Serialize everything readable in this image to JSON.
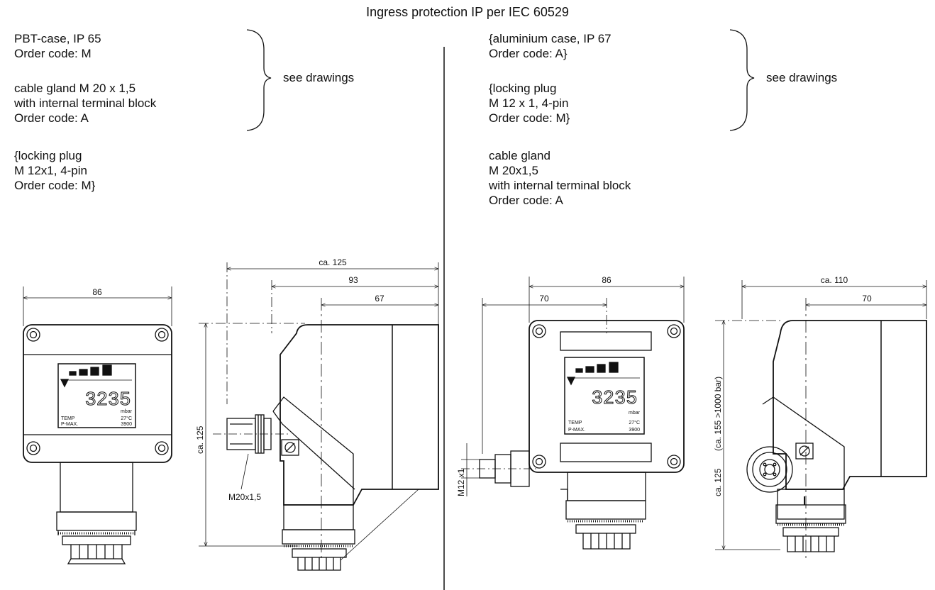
{
  "title": "Ingress protection IP per IEC 60529",
  "left": {
    "case": [
      "PBT-case, IP 65",
      "Order code: M"
    ],
    "gland": [
      "cable gland M 20 x 1,5",
      "with internal terminal block",
      "Order code: A"
    ],
    "plug": [
      "{locking plug",
      "M 12x1, 4-pin",
      "Order code: M}"
    ],
    "see_drawings": "see drawings"
  },
  "right": {
    "case": [
      "{aluminium case, IP 67",
      "Order code: A}"
    ],
    "plug": [
      "{locking plug",
      "M 12 x 1, 4-pin",
      "Order code: M}"
    ],
    "gland": [
      "cable gland",
      "M 20x1,5",
      "with internal terminal block",
      "Order code: A"
    ],
    "see_drawings": "see drawings"
  },
  "display": {
    "value": "3235",
    "unit": "mbar",
    "temp_label": "TEMP",
    "temp_value": "27°C",
    "pmax_label": "P-MAX.",
    "pmax_value": "3900"
  },
  "dims": {
    "front_left_width": "86",
    "side_left_total": "ca. 125",
    "side_left_93": "93",
    "side_left_67": "67",
    "side_left_height": "ca. 125",
    "gland_left": "M20x1,5",
    "front_right_width": "86",
    "front_right_70": "70",
    "plug_right": "M12 x1",
    "side_right_total": "ca. 110",
    "side_right_70": "70",
    "side_right_height": "ca. 125",
    "side_right_height_alt": "(ca. 155 >1000 bar)"
  }
}
